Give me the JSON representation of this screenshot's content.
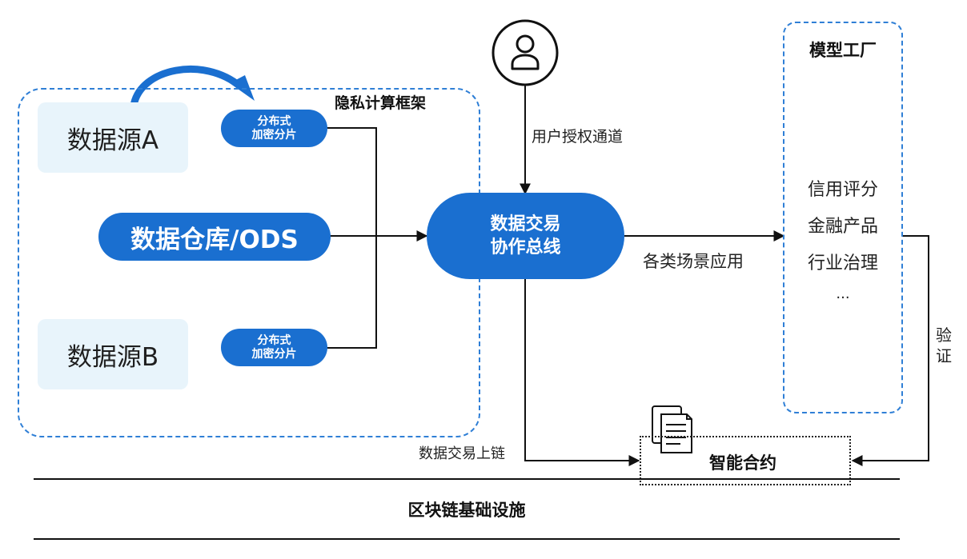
{
  "privacy_framework": {
    "title": "隐私计算框架"
  },
  "sources": {
    "a": "数据源A",
    "b": "数据源B",
    "warehouse": "数据仓库/ODS"
  },
  "shard_a": {
    "line1": "分布式",
    "line2": "加密分片"
  },
  "shard_b": {
    "line1": "分布式",
    "line2": "加密分片"
  },
  "bus": {
    "line1": "数据交易",
    "line2": "协作总线"
  },
  "user": {
    "channel_label": "用户授权通道",
    "icon": "user-icon"
  },
  "scenario_label": "各类场景应用",
  "model_factory": {
    "title": "模型工厂",
    "items": [
      "信用评分",
      "金融产品",
      "行业治理",
      "..."
    ]
  },
  "verify_label": {
    "line1": "验",
    "line2": "证"
  },
  "onchain_label": "数据交易上链",
  "smart_contract": {
    "label": "智能合约",
    "icon": "document-icon"
  },
  "blockchain": {
    "label": "区块链基础设施"
  },
  "colors": {
    "accent": "#1a6fd0",
    "light_box": "#e8f4fb",
    "dashed": "#2f7fd6"
  }
}
